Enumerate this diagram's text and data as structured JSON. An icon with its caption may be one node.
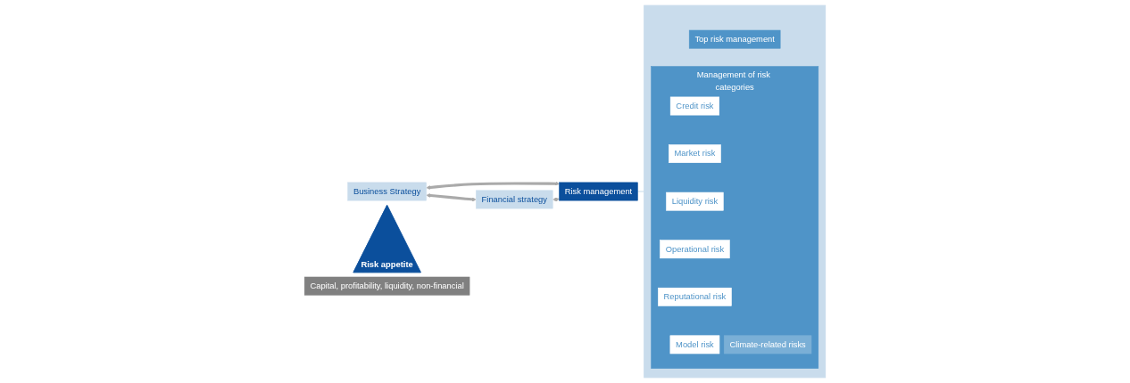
{
  "diagram": {
    "nodes": [
      {
        "text": [
          "Business Strategy"
        ]
      },
      {
        "text": [
          "Risk appetite"
        ]
      },
      {
        "text": [
          "Capital, profitability, liquidity, non-financial"
        ]
      },
      {
        "text": [
          "Financial strategy"
        ]
      },
      {
        "text": [
          "Risk management"
        ]
      },
      {
        "text": [],
        "shape": "box"
      },
      {
        "text": [
          "Top risk management"
        ],
        "in": 5
      },
      {
        "text": [
          "Management of risk categories"
        ],
        "in": 5
      },
      {
        "text": [
          "Credit risk"
        ],
        "in": 7
      },
      {
        "text": [
          "Market risk"
        ],
        "in": 7
      },
      {
        "text": [
          "Liquidity risk"
        ],
        "in": 7
      },
      {
        "text": [
          "Operational risk"
        ],
        "in": 7
      },
      {
        "text": [
          "Reputational risk"
        ],
        "in": 7
      },
      {
        "text": [
          "Model risk"
        ],
        "in": 7
      },
      {
        "text": [
          "Climate-related risks"
        ],
        "in": 7
      }
    ],
    "edges": [
      {
        "from": 0,
        "to": 3,
        "arrow": "both"
      },
      {
        "from": 0,
        "to": 4,
        "arrow": "both"
      },
      {
        "from": 3,
        "to": 4,
        "arrow": "both"
      },
      {
        "from": 4,
        "to": 5,
        "arrow": "none",
        "color": "#c9dcec"
      }
    ]
  }
}
